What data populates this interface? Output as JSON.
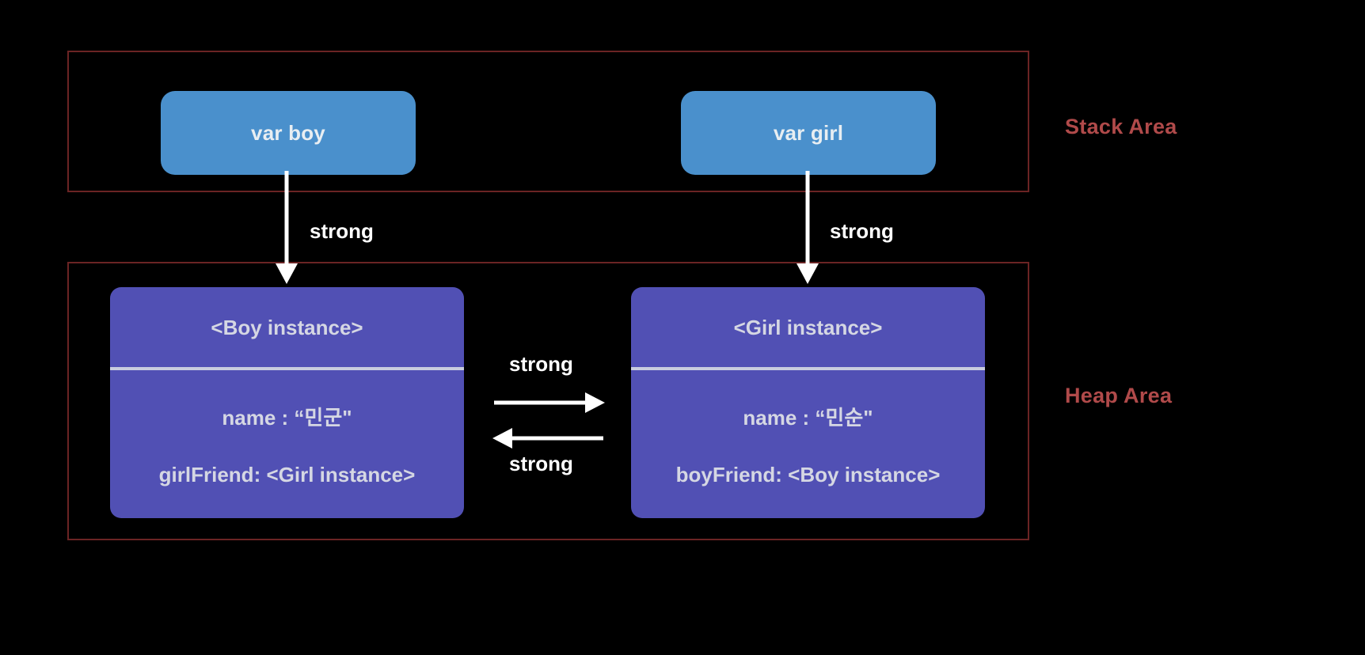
{
  "diagram": {
    "background_color": "#000000",
    "regions": [
      {
        "id": "stack",
        "label": "Stack Area",
        "border_color": "#6b2424",
        "label_color": "#b04a4a"
      },
      {
        "id": "heap",
        "label": "Heap Area",
        "border_color": "#6b2424",
        "label_color": "#b04a4a"
      }
    ],
    "stack_nodes": [
      {
        "id": "boy",
        "label": "var boy",
        "color": "#4a90cc"
      },
      {
        "id": "girl",
        "label": "var girl",
        "color": "#4a90cc"
      }
    ],
    "heap_nodes": [
      {
        "id": "boy-instance",
        "title": "<Boy instance>",
        "color": "#5150b4",
        "fields": [
          "name : “민군\"",
          "girlFriend: <Girl instance>"
        ]
      },
      {
        "id": "girl-instance",
        "title": "<Girl instance>",
        "color": "#5150b4",
        "fields": [
          "name : “민순\"",
          "boyFriend: <Boy instance>"
        ]
      }
    ],
    "edges": [
      {
        "id": "boy-ref",
        "label": "strong",
        "from": "var boy",
        "to": "<Boy instance>",
        "direction": "down",
        "color": "#ffffff"
      },
      {
        "id": "girl-ref",
        "label": "strong",
        "from": "var girl",
        "to": "<Girl instance>",
        "direction": "down",
        "color": "#ffffff"
      },
      {
        "id": "girlfriend-ref",
        "label": "strong",
        "from": "<Boy instance>",
        "to": "<Girl instance>",
        "direction": "right",
        "color": "#ffffff"
      },
      {
        "id": "boyfriend-ref",
        "label": "strong",
        "from": "<Girl instance>",
        "to": "<Boy instance>",
        "direction": "left",
        "color": "#ffffff"
      }
    ]
  }
}
